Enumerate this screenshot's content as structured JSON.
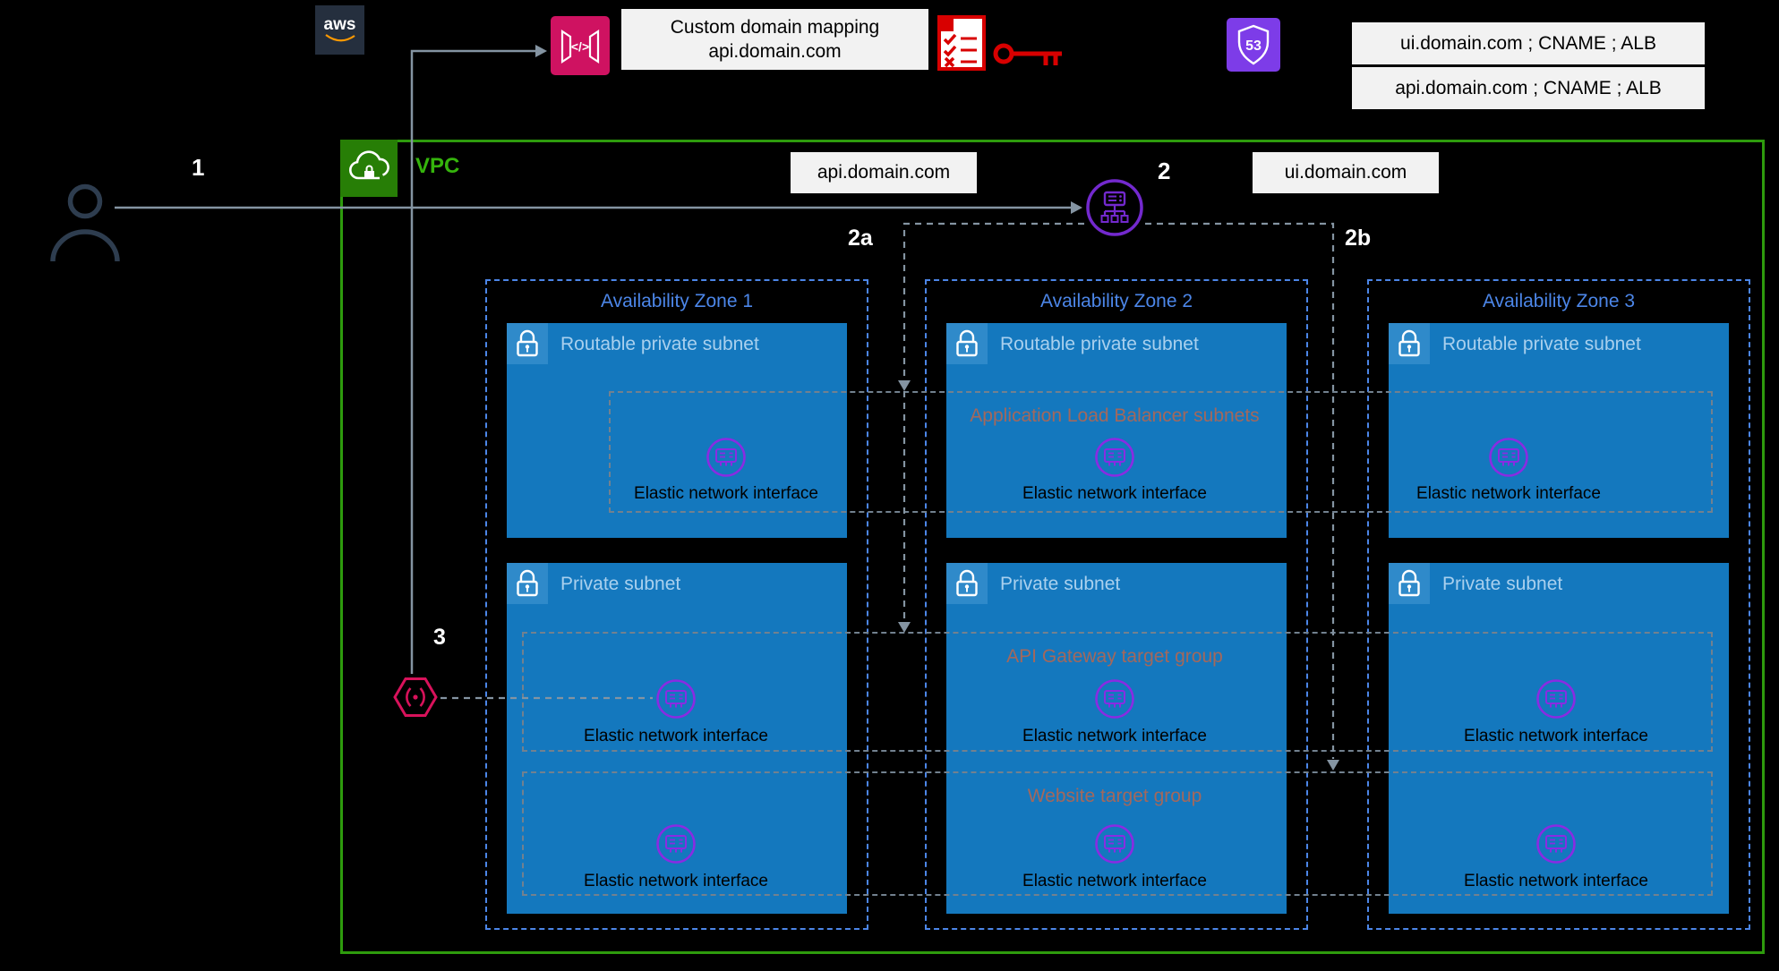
{
  "icons": {
    "aws_logo_text": "aws",
    "route53_text": "53",
    "api_gateway_glyph": "</>"
  },
  "legend": {
    "custom_domain_line1": "Custom domain mapping",
    "custom_domain_line2": "api.domain.com",
    "dns_record_ui": "ui.domain.com ; CNAME ; ALB",
    "dns_record_api": "api.domain.com ; CNAME ; ALB"
  },
  "vpc": {
    "label": "VPC",
    "api_domain": "api.domain.com",
    "ui_domain": "ui.domain.com"
  },
  "steps": {
    "s1": "1",
    "s2": "2",
    "s2a": "2a",
    "s2b": "2b",
    "s3": "3"
  },
  "zones": [
    {
      "title": "Availability Zone 1"
    },
    {
      "title": "Availability Zone 2"
    },
    {
      "title": "Availability Zone 3"
    }
  ],
  "subnets": {
    "routable_label": "Routable private subnet",
    "private_label": "Private subnet"
  },
  "groups": {
    "alb_subnets": "Application Load Balancer subnets",
    "api_gateway_target_group": "API Gateway target group",
    "website_target_group": "Website target group"
  },
  "eni_label": "Elastic network interface",
  "colors": {
    "background": "#000000",
    "subnet_fill": "#1478BE",
    "az_border": "#4C86E8",
    "vpc_green": "#2E9B0D",
    "eni_purple": "#8A2BE2",
    "alb_purple": "#7329CE",
    "api_gateway_pink": "#CF1261",
    "hexagon_pink": "#D8125B",
    "route53_purple": "#7D3CE8",
    "alert_red": "#D80000",
    "connector_gray": "#8494A2",
    "group_label_color": "#A3685C",
    "label_box_bg": "#F2F2F2"
  }
}
